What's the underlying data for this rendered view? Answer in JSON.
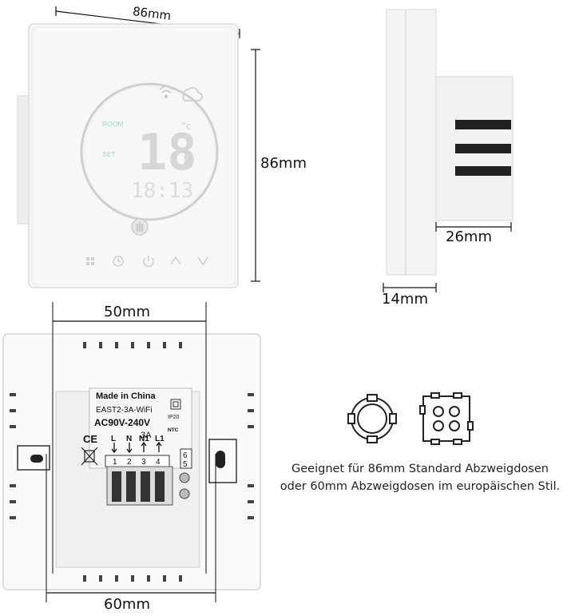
{
  "dimensions": {
    "front_width": "86mm",
    "front_height": "86mm",
    "side_depth_back": "26mm",
    "side_depth_front": "14mm",
    "back_inner_width": "50mm",
    "back_outer_width": "60mm"
  },
  "thermostat_display": {
    "room_label": "ROOM",
    "set_label": "SET",
    "temp_big": "18",
    "temp_decimal": ".8",
    "temp_unit": "°c",
    "clock": "18:13",
    "icons": [
      "wifi-icon",
      "cloud-icon",
      "hand-icon",
      "menu-icon",
      "clock-icon",
      "power-icon",
      "up-icon",
      "down-icon"
    ]
  },
  "back_label": {
    "made_in": "Made in China",
    "model": "EAST2-3A-WiFi",
    "voltage": "AC90V-240V",
    "current": "3A",
    "ip_rating": "IP20",
    "ntc": "NTC",
    "terminals_top": [
      "L",
      "N",
      "N1",
      "L1"
    ],
    "terminal_numbers": [
      "1",
      "2",
      "3",
      "4"
    ],
    "ntc_terminals": [
      "6",
      "5"
    ],
    "ce_mark": "CE"
  },
  "description": {
    "line1": "Geeignet für 86mm Standard Abzweigdosen",
    "line2": "oder 60mm Abzweigdosen im europäischen Stil."
  },
  "colors": {
    "led_green": "#8fe0b0",
    "panel_white": "#f7f7f7",
    "line_dark": "#111111"
  }
}
